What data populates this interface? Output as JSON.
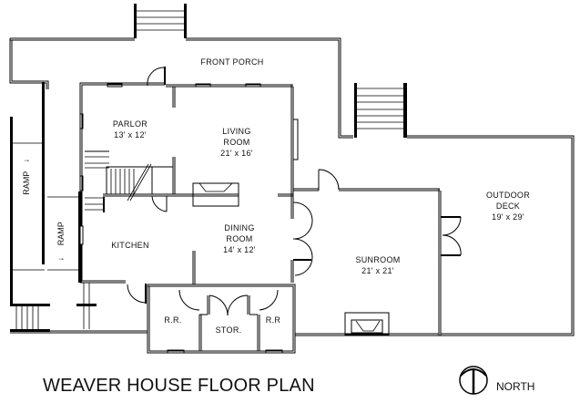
{
  "title": "WEAVER HOUSE FLOOR PLAN",
  "north": {
    "label": "NORTH",
    "icon": "north-arrow-icon"
  },
  "rooms": {
    "front_porch": {
      "name": "FRONT PORCH"
    },
    "parlor": {
      "name": "PARLOR",
      "size": "13' x 12'"
    },
    "living_room": {
      "name_line1": "LIVING",
      "name_line2": "ROOM",
      "size": "21' x 16'"
    },
    "dining_room": {
      "name_line1": "DINING",
      "name_line2": "ROOM",
      "size": "14' x 12'"
    },
    "kitchen": {
      "name": "KITCHEN"
    },
    "sunroom": {
      "name": "SUNROOM",
      "size": "21' x 21'"
    },
    "outdoor_deck": {
      "name_line1": "OUTDOOR",
      "name_line2": "DECK",
      "size": "19' x 29'"
    },
    "restroom_left": {
      "name": "R.R."
    },
    "storage": {
      "name": "STOR."
    },
    "restroom_right": {
      "name": "R.R"
    }
  },
  "ramps": [
    {
      "label": "RAMP",
      "arrow": "↑"
    },
    {
      "label": "RAMP",
      "arrow": "↓"
    }
  ],
  "colors": {
    "line": "#000000",
    "background": "#ffffff"
  }
}
